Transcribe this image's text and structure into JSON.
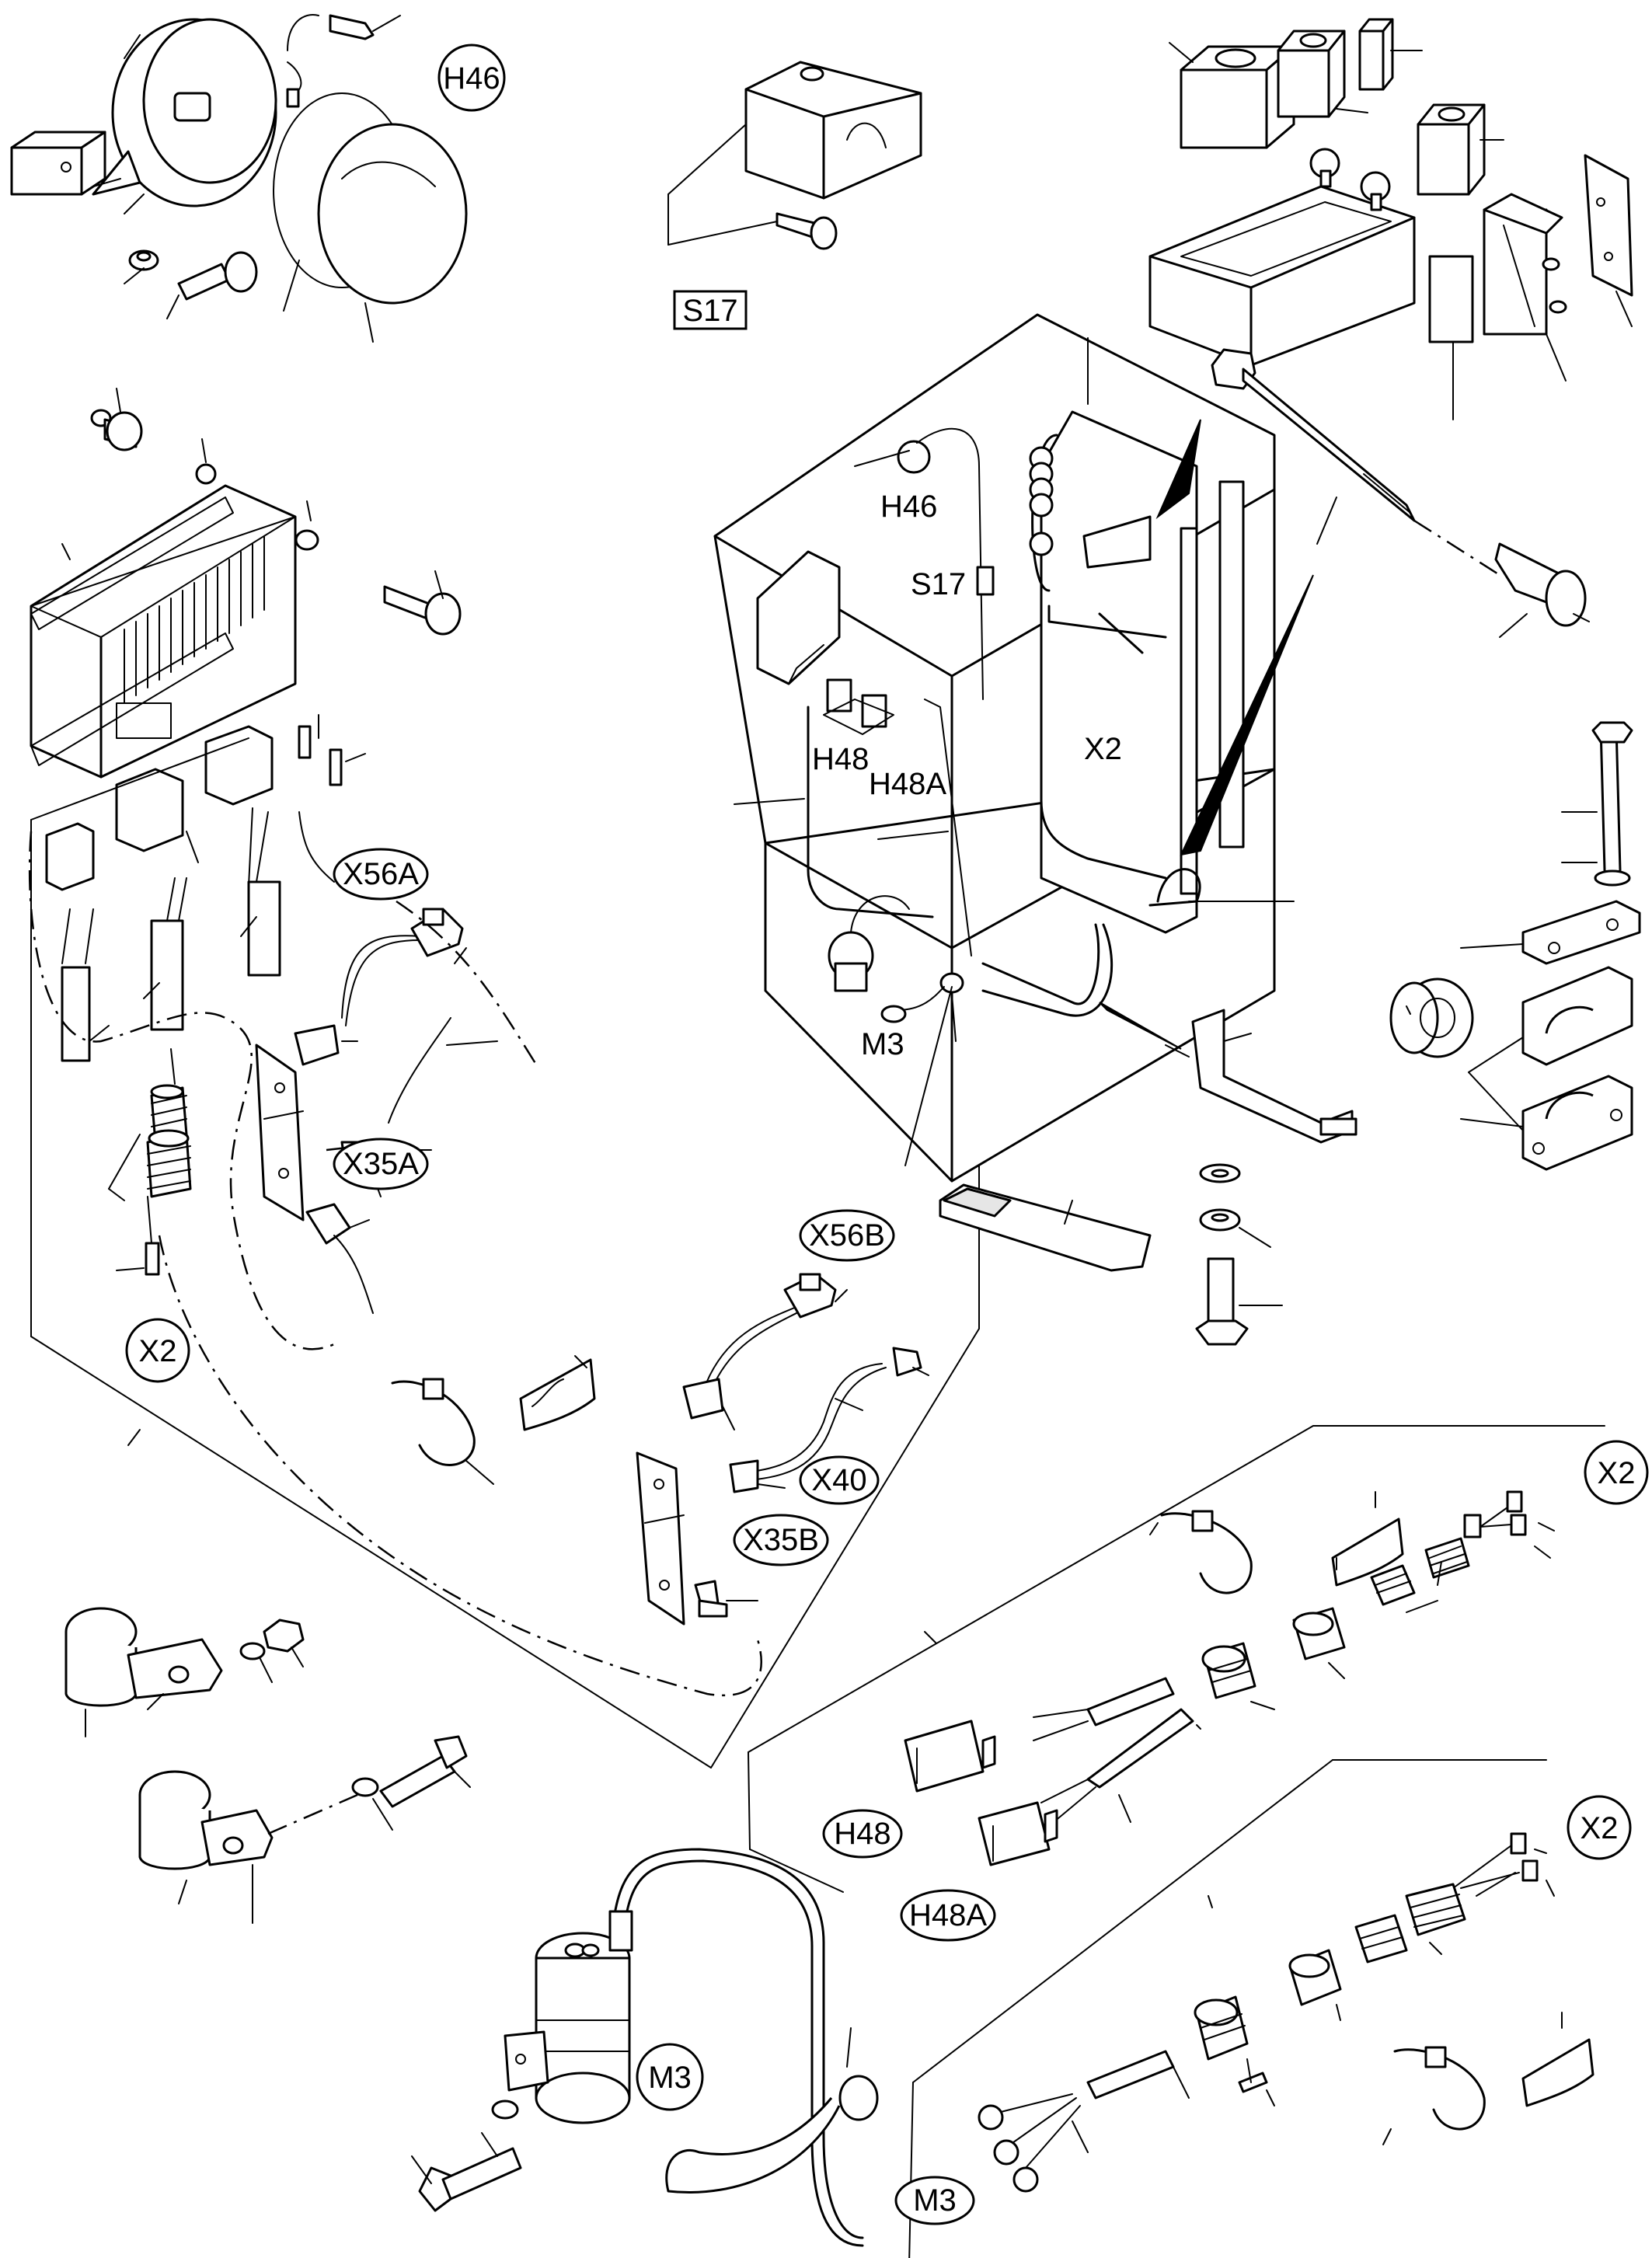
{
  "labels": {
    "h46_top": "H46",
    "s17_box": "S17",
    "h46_tank": "H46",
    "s17_tank": "S17",
    "h48_tank": "H48",
    "h48a_tank": "H48A",
    "x2_tank": "X2",
    "m3_tank": "M3",
    "x56a": "X56A",
    "x35a": "X35A",
    "x2_left": "X2",
    "x56b": "X56B",
    "x40": "X40",
    "x35b": "X35B",
    "x2_right_top": "X2",
    "h48_conn": "H48",
    "h48a_conn": "H48A",
    "x2_right_bottom": "X2",
    "m3_pump": "M3",
    "m3_conn": "M3"
  }
}
